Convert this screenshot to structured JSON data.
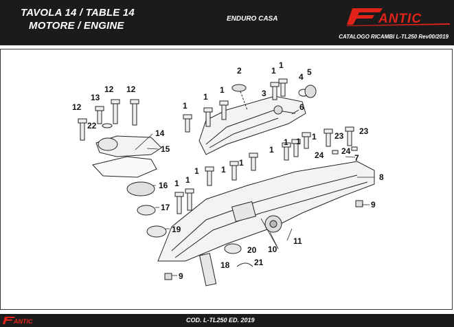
{
  "header": {
    "title_it": "TAVOLA 14  /  TABLE 14",
    "title_en": "MOTORE  /  ENGINE",
    "model": "ENDURO CASA",
    "brand": "FANTIC",
    "catalog": "CATALOGO RICAMBI L-TL250 Rev00/2019",
    "brand_color": "#e2231a"
  },
  "footer": {
    "brand": "FANTIC",
    "code": "COD. L-TL250  ED. 2019"
  },
  "callouts": [
    "1",
    "2",
    "3",
    "4",
    "5",
    "6",
    "7",
    "8",
    "9",
    "10",
    "11",
    "12",
    "13",
    "14",
    "15",
    "16",
    "17",
    "18",
    "19",
    "20",
    "21",
    "22",
    "23",
    "24"
  ]
}
